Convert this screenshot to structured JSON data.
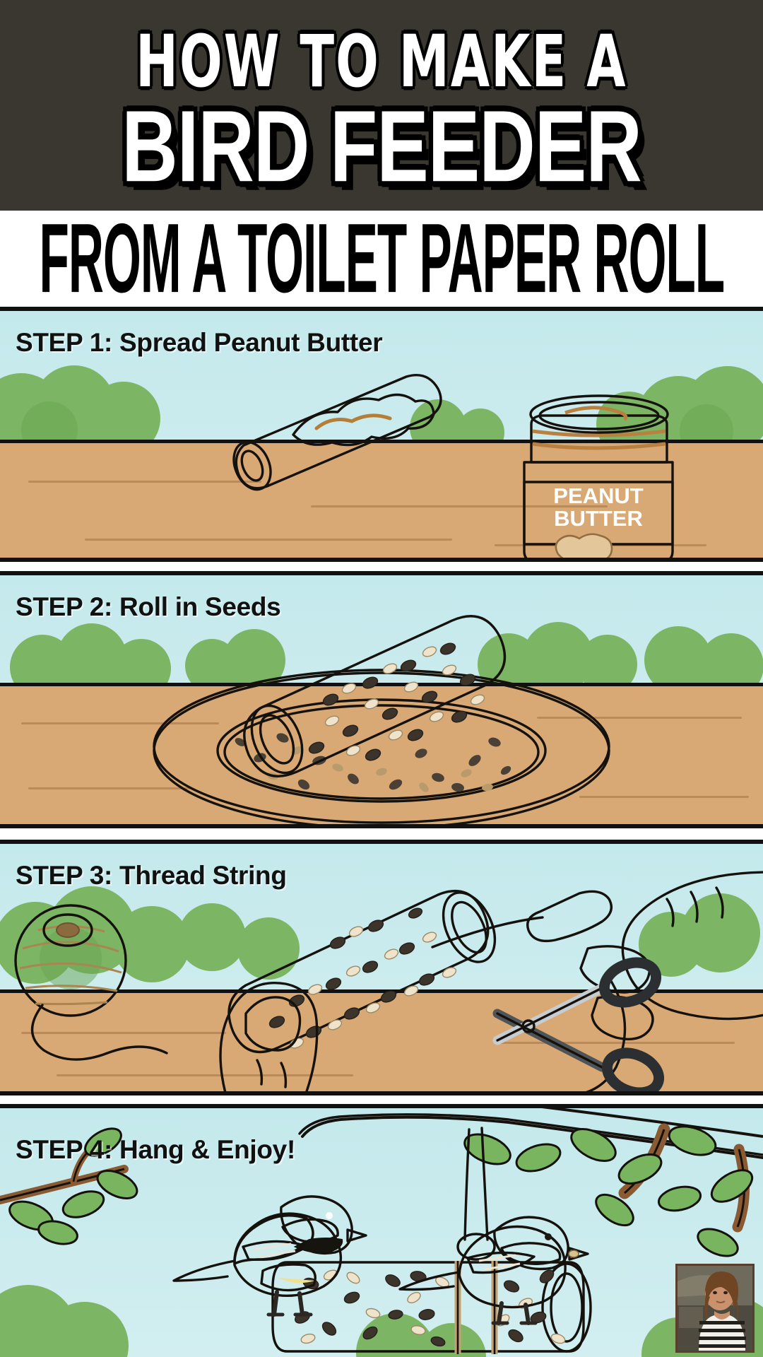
{
  "header": {
    "line1": "HOW TO MAKE A",
    "line2": "BIRD FEEDER",
    "line3": "FROM A TOILET PAPER ROLL",
    "dark_bg": "#393730",
    "light_bg": "#ffffff",
    "text_color": "#ffffff",
    "outline_color": "#000000"
  },
  "theme": {
    "sky": "#c8eaec",
    "table": "#d8a974",
    "hedge_green": "#7cb563",
    "hedge_green_dark": "#5f9a49",
    "outline": "#15110d",
    "peanut_butter": "#d19a52",
    "label_blue": "#336e96",
    "cardboard": "#9c7650",
    "twine": "#c9a06a",
    "skin": "#f3c6a8",
    "leaf": "#7cb35f",
    "branch": "#8a5a32"
  },
  "panels": [
    {
      "id": "panel1",
      "step_label": "STEP 1: Spread Peanut Butter",
      "scene": "hand-spreading-peanut-butter-on-toilet-paper-roll-with-knife",
      "objects": [
        {
          "name": "hand",
          "label": ""
        },
        {
          "name": "butter-knife",
          "label": ""
        },
        {
          "name": "toilet-paper-roll",
          "label": ""
        },
        {
          "name": "peanut-butter-jar",
          "label": "PEANUT BUTTER"
        }
      ],
      "jar": {
        "line1": "PEANUT",
        "line2": "BUTTER",
        "label_color": "#336e96",
        "contents_color": "#d19a52"
      }
    },
    {
      "id": "panel2",
      "step_label": "STEP 2: Roll in Seeds",
      "scene": "seed-coated-roll-on-white-plate-of-birdseed",
      "objects": [
        {
          "name": "white-plate",
          "label": ""
        },
        {
          "name": "birdseed-pile",
          "label": ""
        },
        {
          "name": "seed-coated-roll",
          "label": ""
        }
      ]
    },
    {
      "id": "panel3",
      "step_label": "STEP 3: Thread String",
      "scene": "hands-threading-twine-through-seed-covered-roll",
      "objects": [
        {
          "name": "twine-ball",
          "label": ""
        },
        {
          "name": "left-hand-holding-roll",
          "label": ""
        },
        {
          "name": "right-hand-threading-string",
          "label": ""
        },
        {
          "name": "scissors",
          "label": ""
        }
      ]
    },
    {
      "id": "panel4",
      "step_label": "STEP 4: Hang & Enjoy!",
      "scene": "finished-feeder-hanging-from-branch-with-two-birds",
      "objects": [
        {
          "name": "tree-branch",
          "label": ""
        },
        {
          "name": "chickadee-bird",
          "label": ""
        },
        {
          "name": "sparrow-bird",
          "label": ""
        },
        {
          "name": "hanging-bird-feeder",
          "label": ""
        },
        {
          "name": "author-photo-thumbnail",
          "label": ""
        }
      ]
    }
  ]
}
